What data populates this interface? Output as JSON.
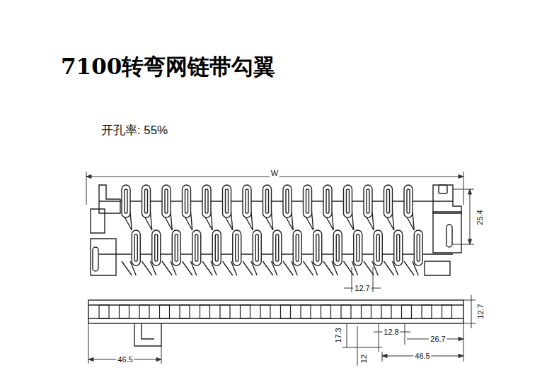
{
  "diagram": {
    "title": "7100转弯网链带勾翼",
    "labels": [
      "开孔率: 55%",
      "W",
      "25.4",
      "12.7",
      "12.7",
      "17.3",
      "12.8",
      "26.7",
      "12",
      "46.5",
      "46.5"
    ]
  }
}
